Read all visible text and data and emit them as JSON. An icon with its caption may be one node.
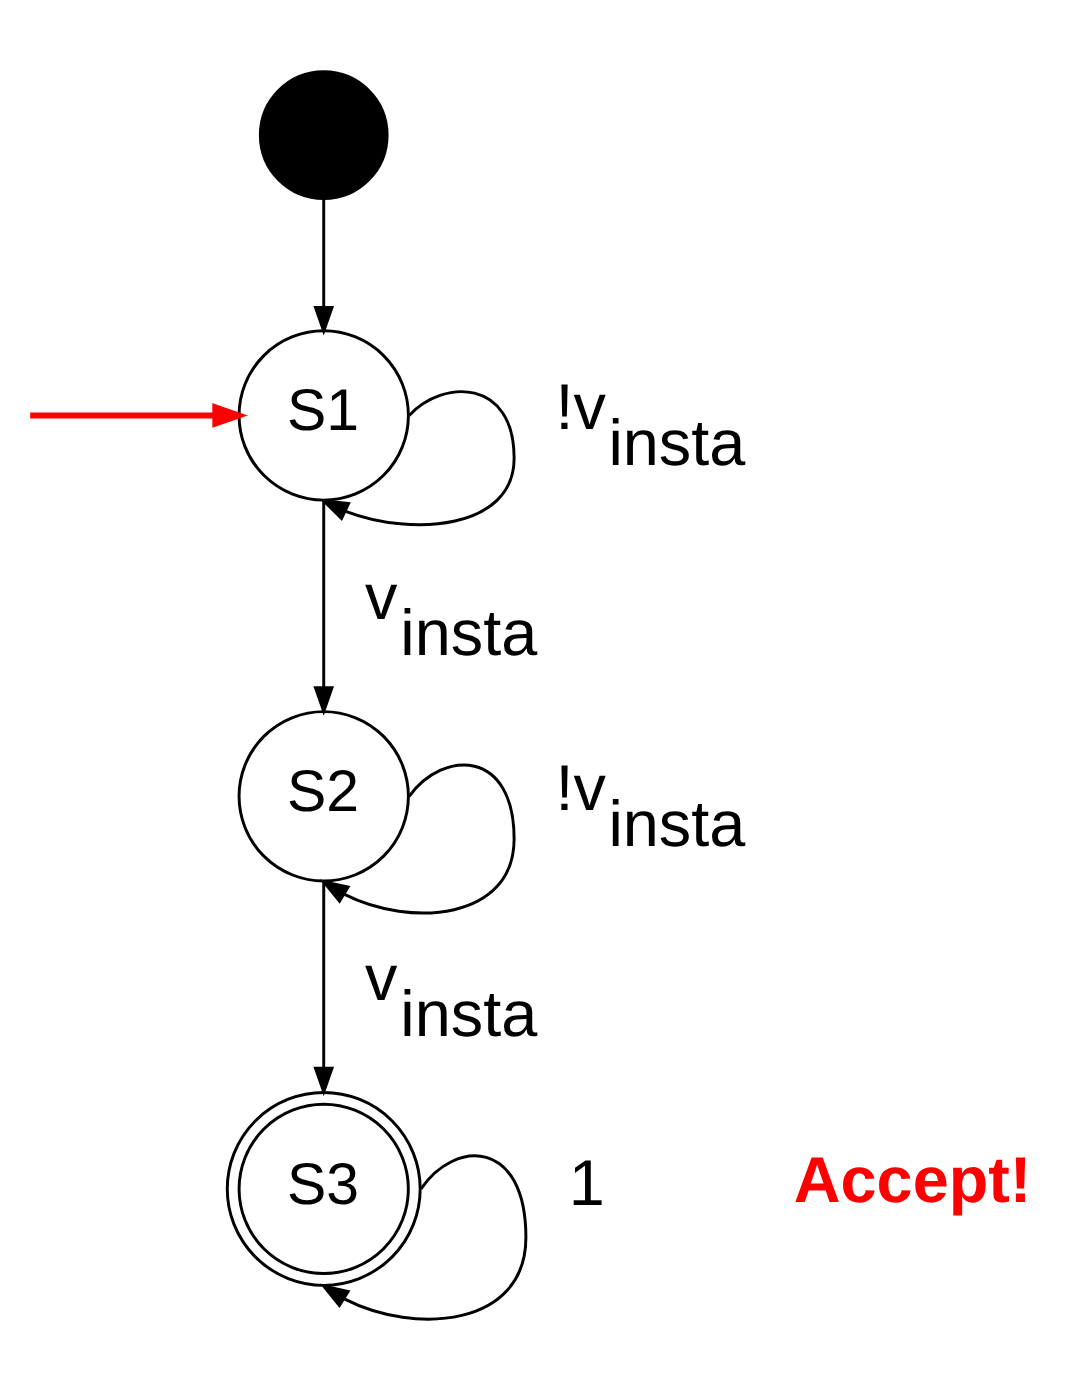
{
  "diagram": {
    "nodes": [
      {
        "text": [],
        "shape": "circle"
      },
      {
        "text": [
          "S1"
        ]
      },
      {
        "text": [
          "S2"
        ]
      },
      {
        "text": [
          "S3"
        ]
      }
    ],
    "edges": [
      {
        "from": 0,
        "to": 1,
        "arrow": "to"
      },
      {
        "from": null,
        "to": 1,
        "arrow": "to",
        "color": "#ff0000"
      },
      {
        "from": 1,
        "to": 1,
        "arrow": "to",
        "label": "!v$_{insta}$"
      },
      {
        "from": 1,
        "to": 2,
        "arrow": "to",
        "label": "v$_{insta}$"
      },
      {
        "from": 2,
        "to": 2,
        "arrow": "to",
        "label": "!v$_{insta}$"
      },
      {
        "from": 2,
        "to": 3,
        "arrow": "to",
        "label": "v$_{insta}$"
      },
      {
        "from": 3,
        "to": 3,
        "arrow": "to",
        "label": "1"
      }
    ],
    "labels": [
      "Accept!"
    ]
  }
}
